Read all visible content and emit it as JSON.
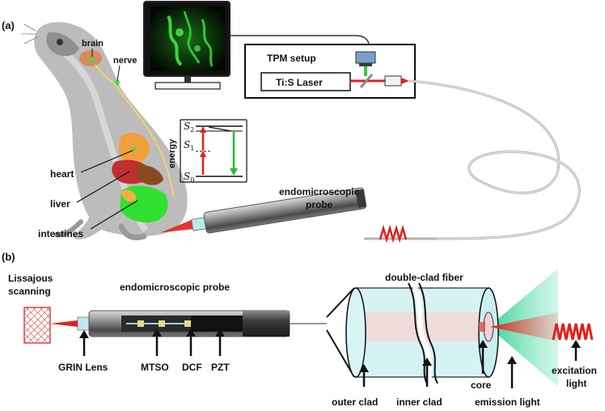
{
  "panel_a": {
    "label": "(a)",
    "brain": "brain",
    "nerve": "nerve",
    "heart": "heart",
    "liver": "liver",
    "intestines": "intestines",
    "tpm_setup": "TPM setup",
    "laser": "Ti:S Laser",
    "probe_line1": "endomicroscopic",
    "probe_line2": "probe",
    "energy_axis": "energy",
    "s2": "S",
    "s2_sub": "2",
    "s1": "S",
    "s1_sub": "1",
    "s0": "S",
    "s0_sub": "0"
  },
  "panel_b": {
    "label": "(b)",
    "lissajous_line1": "Lissajous",
    "lissajous_line2": "scanning",
    "probe": "endomicroscopic probe",
    "grin": "GRIN Lens",
    "mtso": "MTSO",
    "dcf": "DCF",
    "pzt": "PZT",
    "double_clad": "double-clad fiber",
    "outer_clad": "outer clad",
    "inner_clad": "inner clad",
    "core": "core",
    "emission": "emission light",
    "excitation_line1": "excitation",
    "excitation_line2": "light"
  },
  "colors": {
    "laser_red": "#e0201e",
    "emission_green": "#2fd06a",
    "fluorescence_green": "#20c030"
  }
}
